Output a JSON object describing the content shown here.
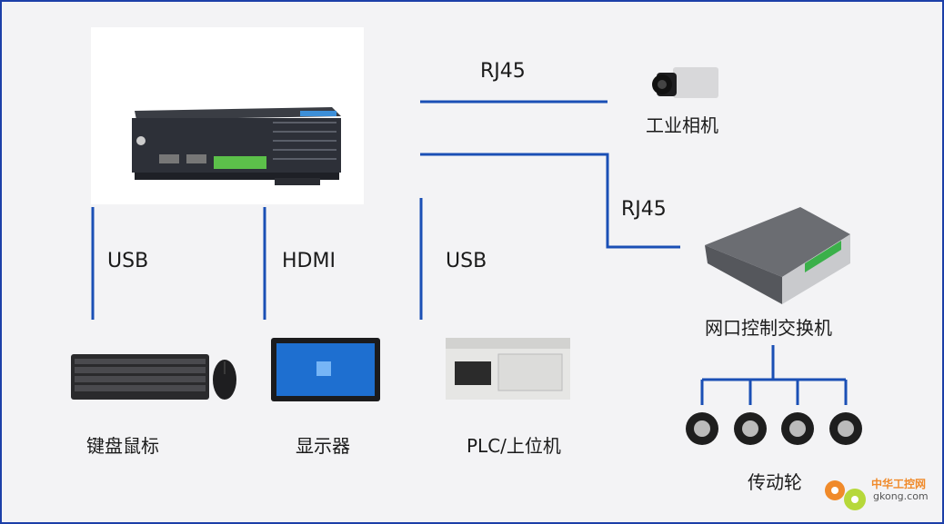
{
  "labels": {
    "rj45_camera": "RJ45",
    "camera": "工业相机",
    "rj45_switch": "RJ45",
    "usb_keyboard": "USB",
    "hdmi": "HDMI",
    "usb_plc": "USB",
    "switch": "网口控制交换机",
    "keyboard_mouse": "键盘鼠标",
    "monitor": "显示器",
    "plc": "PLC/上位机",
    "drive_wheels": "传动轮"
  },
  "watermark": {
    "cn": "中华工控网",
    "en": "gkong.com"
  },
  "colors": {
    "line": "#1a4fb5",
    "frame": "#1c3fa8",
    "background": "#f3f3f5"
  }
}
